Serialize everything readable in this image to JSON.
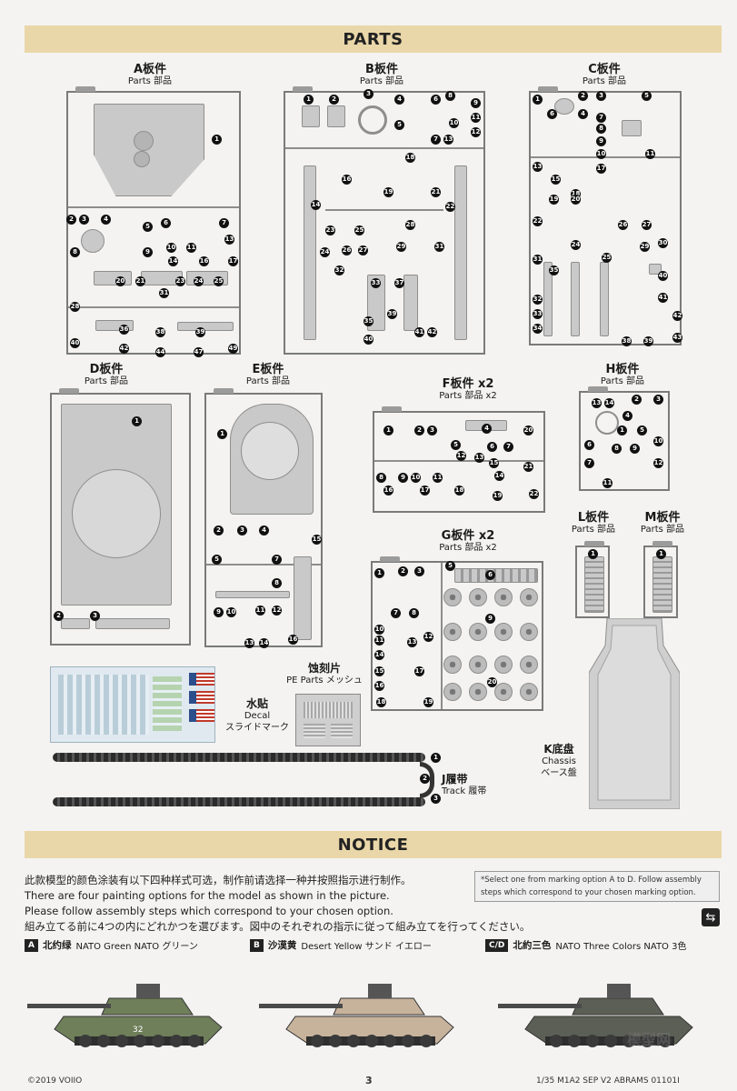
{
  "header": {
    "parts_title": "PARTS",
    "notice_title": "NOTICE"
  },
  "sheets": {
    "A": {
      "title": "A板件",
      "sub": "Parts 部品"
    },
    "B": {
      "title": "B板件",
      "sub": "Parts 部品"
    },
    "C": {
      "title": "C板件",
      "sub": "Parts 部品"
    },
    "D": {
      "title": "D板件",
      "sub": "Parts 部品"
    },
    "E": {
      "title": "E板件",
      "sub": "Parts 部品"
    },
    "F": {
      "title": "F板件 x2",
      "sub": "Parts 部品 x2"
    },
    "G": {
      "title": "G板件 x2",
      "sub": "Parts 部品 x2"
    },
    "H": {
      "title": "H板件",
      "sub": "Parts 部品"
    },
    "L": {
      "title": "L板件",
      "sub": "Parts 部品"
    },
    "M": {
      "title": "M板件",
      "sub": "Parts 部品"
    }
  },
  "decal": {
    "zh": "水贴",
    "en": "Decal",
    "jp": "スライドマーク"
  },
  "pe": {
    "zh": "蚀刻片",
    "en": "PE Parts メッシュ"
  },
  "track": {
    "zh": "J履带",
    "sub": "Track 履帯"
  },
  "chassis": {
    "zh": "K底盘",
    "en": "Chassis",
    "jp": "ベース盤"
  },
  "notice": {
    "lines": [
      "此款模型的颜色涂装有以下四种样式可选，制作前请选择一种并按照指示进行制作。",
      "There are four painting options for the model as shown in the picture.",
      "Please follow assembly steps which correspond to your chosen option.",
      "組み立てる前に4つの内にどれかつを選びます。図中のそれぞれの指示に従って組み立てを行ってください。"
    ],
    "side_note": "*Select one from marking option A to D. Follow assembly steps which correspond to your chosen marking option."
  },
  "options": [
    {
      "badge": "A",
      "zh": "北约绿",
      "label": "NATO Green  NATO グリーン",
      "color": "#6f7f5a"
    },
    {
      "badge": "B",
      "zh": "沙漠黄",
      "label": "Desert Yellow  サンド イエロー",
      "color": "#c7b39c"
    },
    {
      "badge": "C/D",
      "zh": "北約三色",
      "label": "NATO Three Colors  NATO 3色",
      "color": "#5c5f55"
    }
  ],
  "tank_numbers": {
    "a": "32"
  },
  "watermark": "模型网",
  "footer": {
    "copyright": "©2019 VOIIO",
    "page": "3",
    "model": "1/35 M1A2 SEP V2 ABRAMS 01101I"
  },
  "colors": {
    "banner": "#ead7a9",
    "sprue": "#7a7a7a",
    "part": "#c9c9c9"
  }
}
